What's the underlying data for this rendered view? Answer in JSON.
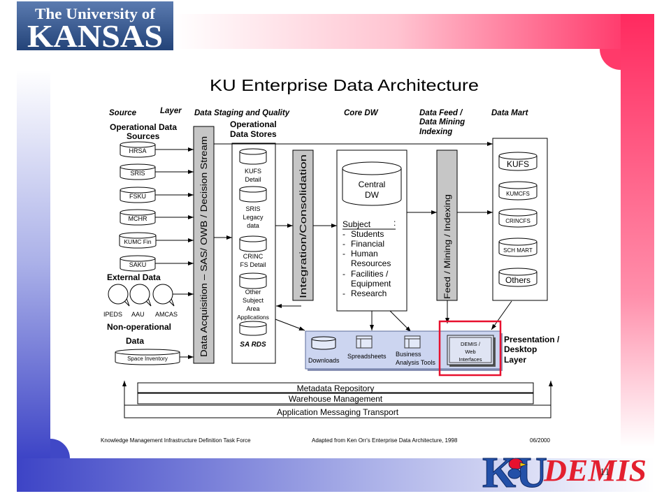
{
  "logo": {
    "line1": "The University of",
    "line2": "KANSAS"
  },
  "title": "KU Enterprise Data Architecture",
  "headers": {
    "source": "Source",
    "layer": "Layer",
    "staging": "Data Staging and Quality",
    "core": "Core DW",
    "feed": [
      "Data Feed /",
      "Data Mining",
      "Indexing"
    ],
    "mart": "Data Mart"
  },
  "sources": {
    "title": [
      "Operational Data",
      "Sources"
    ],
    "items": [
      "HRSA",
      "SRIS",
      "FSKU",
      "MCHR",
      "KUMC Fin",
      "SAKU"
    ]
  },
  "external": {
    "title": "External Data",
    "items": [
      "IPEDS",
      "AAU",
      "AMCAS"
    ]
  },
  "non_operational": {
    "title": [
      "Non-operational",
      "Data"
    ],
    "item": "Space Inventory"
  },
  "acquisition_bar": "Data Acquisition  – SAS/ OWB / Decision Stream",
  "ods": {
    "title": [
      "Operational",
      "Data Stores"
    ],
    "items": [
      [
        "KUFS",
        "Detail"
      ],
      [
        "SRIS",
        "Legacy",
        "data"
      ],
      [
        "CRINC",
        "FS Detail"
      ],
      [
        "Other",
        "Subject",
        "Area",
        "Applications"
      ],
      [
        "SA RDS"
      ]
    ]
  },
  "integration_bar": "Integration/Consolidation",
  "core_dw": {
    "store": [
      "Central",
      "DW"
    ],
    "subject_label": "Subject",
    "subject_colon": ":",
    "bullet": "-",
    "subjects": [
      [
        "Students"
      ],
      [
        "Financial"
      ],
      [
        "Human",
        "Resources"
      ],
      [
        "Facilities /",
        "Equipment"
      ],
      [
        "Research"
      ]
    ]
  },
  "feed_bar": "Feed / Mining / Indexing",
  "marts": [
    "KUFS",
    "KUMCFS",
    "CRINCFS",
    "SCH MART",
    "Others"
  ],
  "presentation": {
    "tools": {
      "downloads": "Downloads",
      "spreadsheets": "Spreadsheets",
      "business_analysis": [
        "Business",
        "Analysis Tools"
      ]
    },
    "demis": [
      "DEMIS /",
      "Web",
      "Interfaces"
    ],
    "label": [
      "Presentation /",
      "Desktop",
      "Layer"
    ]
  },
  "infrastructure": [
    "Metadata Repository",
    "Warehouse Management",
    "Application Messaging Transport"
  ],
  "footer": {
    "left": "Knowledge Management Infrastructure Definition Task Force",
    "center": "Adapted from Ken Orr's Enterprise Data Architecture, 1998",
    "right": "06/2000"
  },
  "brand": {
    "ku": "KU",
    "demis": "DEMIS"
  },
  "page_number": "11",
  "colors": {
    "highlight": "#e8102e",
    "ku_blue": "#2350a8",
    "demis_red": "#e3202f",
    "bar_gray": "#c6c6c6",
    "presentation_fill": "#ccd5f0"
  }
}
